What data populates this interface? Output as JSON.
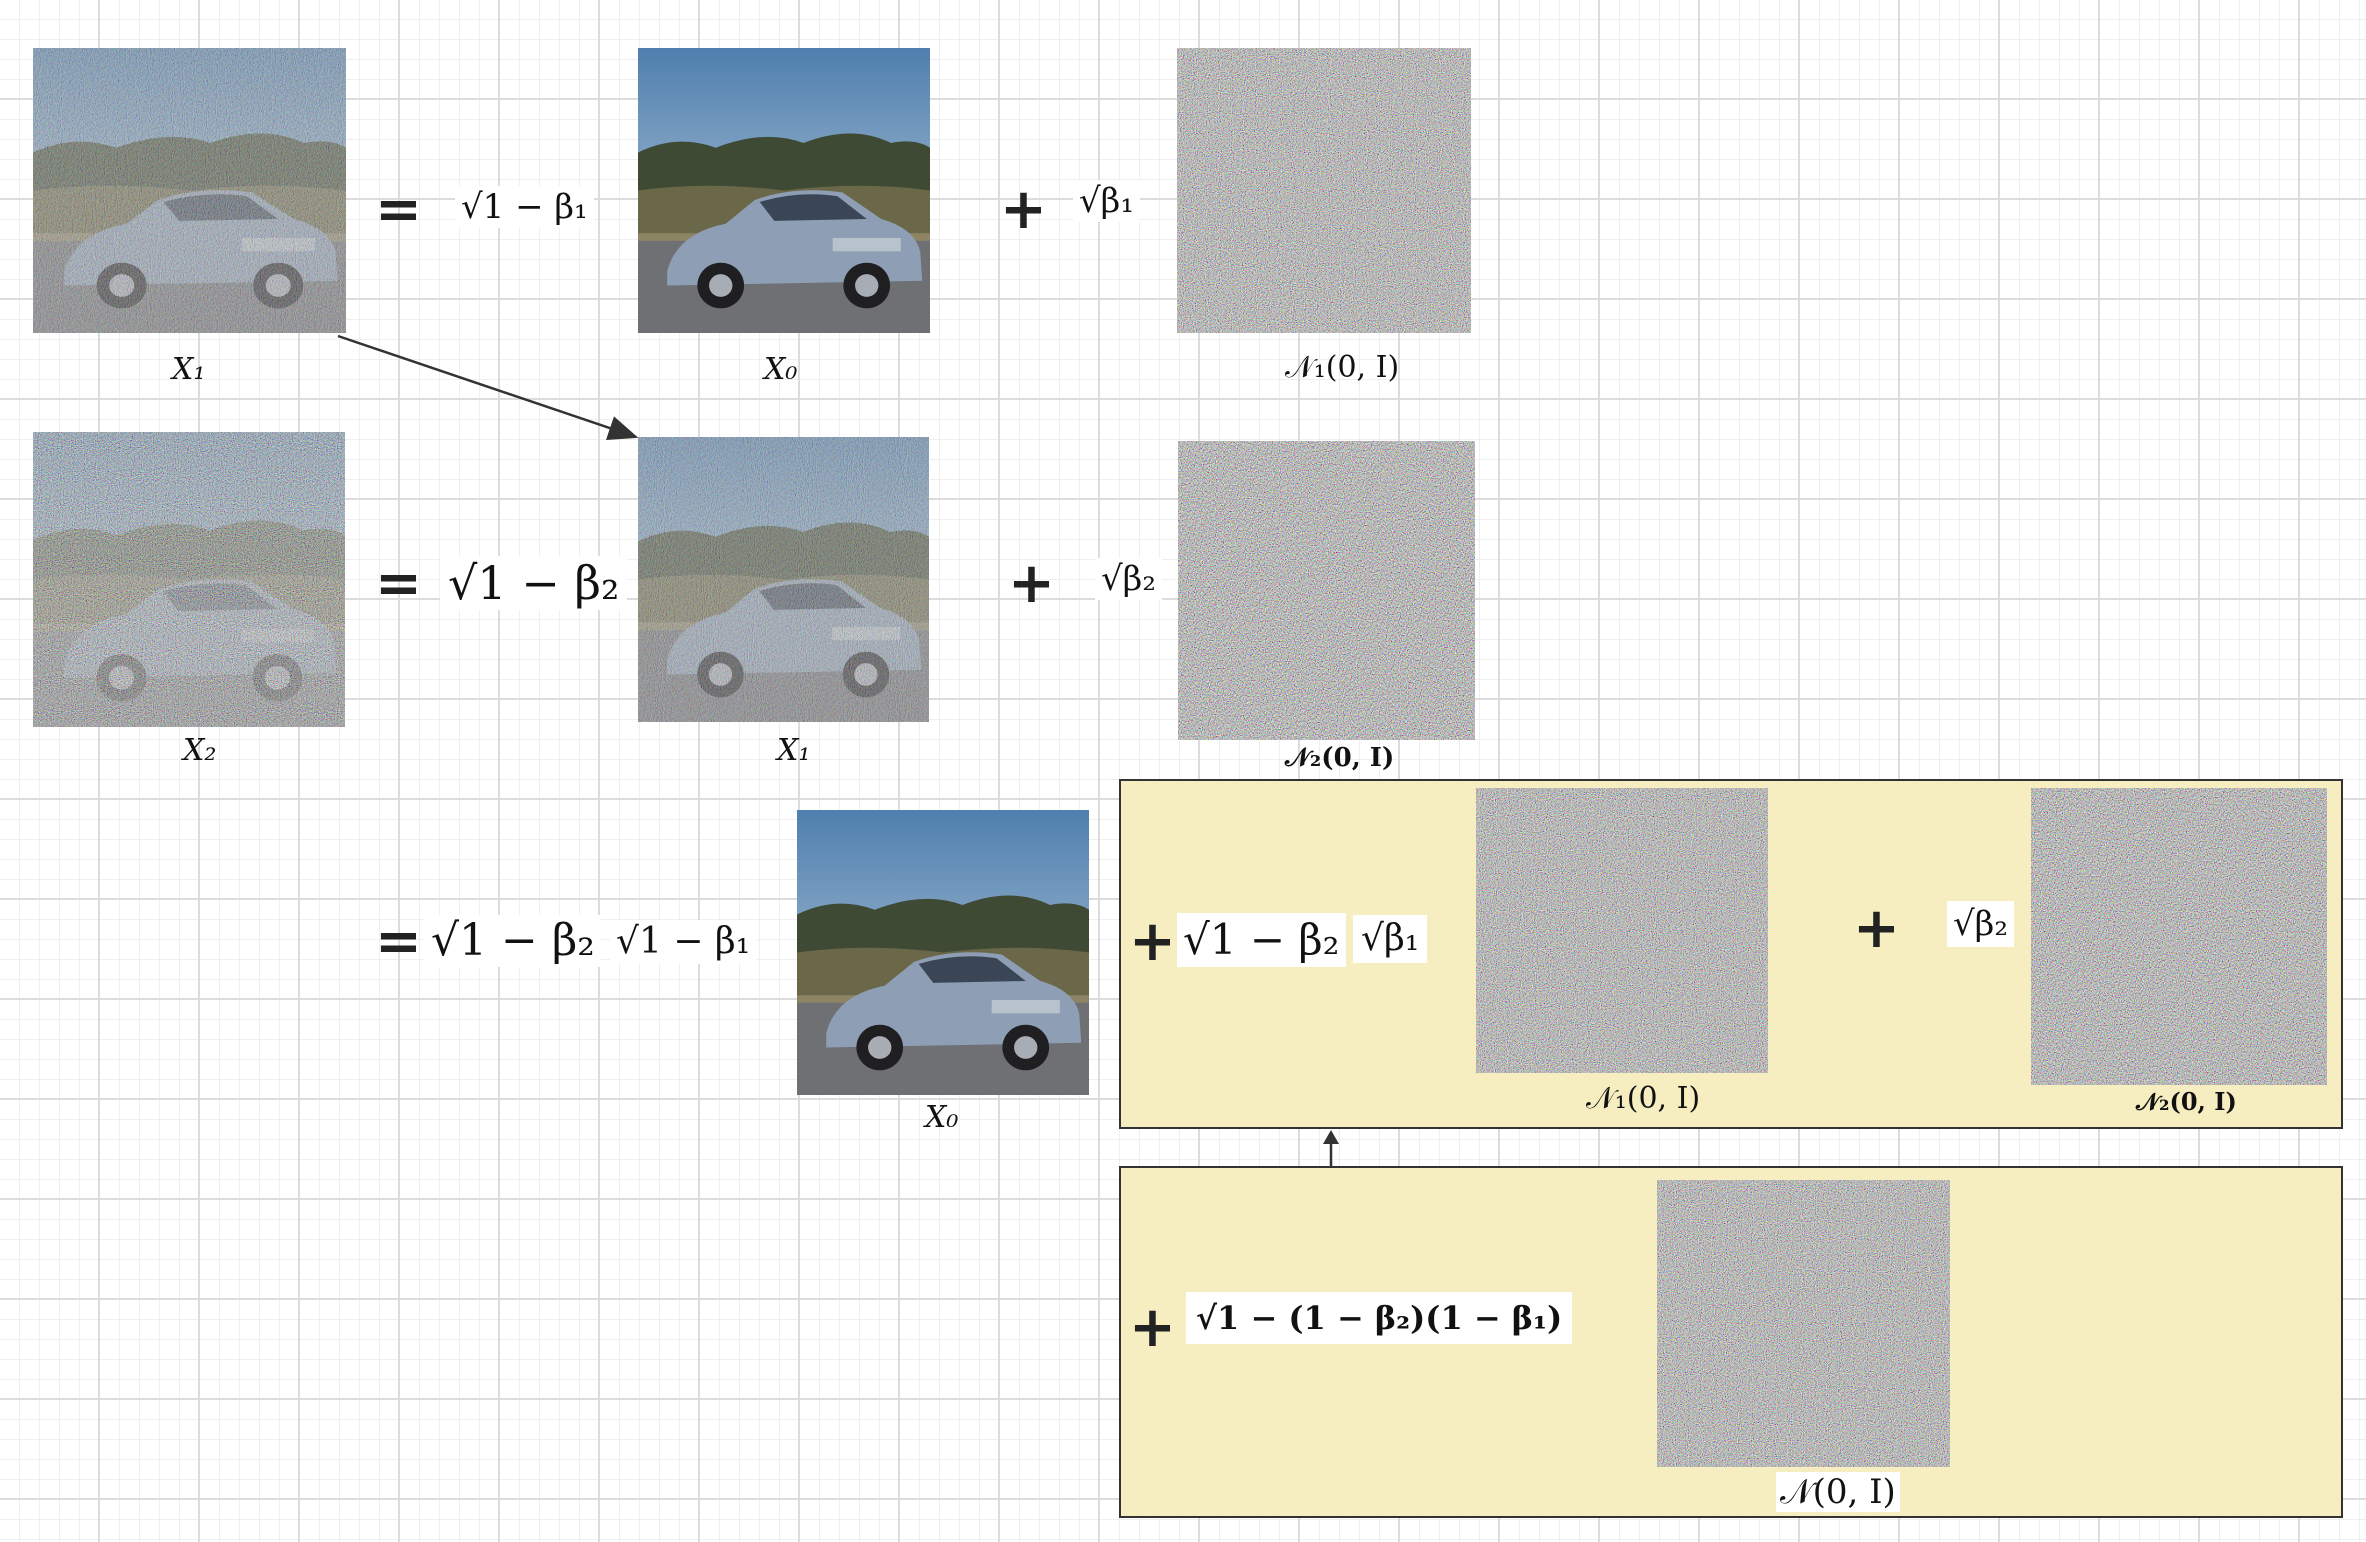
{
  "rows": {
    "row1": {
      "lhs_label": "X₁",
      "equals": "=",
      "coef1": "√1 − β₁",
      "mid_label": "X₀",
      "plus": "+",
      "coef2": "√β₁",
      "noise_label": "𝒩₁(0, I)"
    },
    "row2": {
      "lhs_label": "X₂",
      "equals": "=",
      "coef1": "√1 − β₂",
      "mid_label": "X₁",
      "plus": "+",
      "coef2": "√β₂",
      "noise_label": "𝒩₂(0, I)"
    },
    "row3": {
      "equals": "=",
      "coef_a": "√1 − β₂",
      "coef_b": "√1 − β₁",
      "img_label": "X₀",
      "box1": {
        "plus1": "+",
        "coef_a": "√1 − β₂",
        "coef_b": "√β₁",
        "noise1_label": "𝒩₁(0, I)",
        "plus2": "+",
        "coef_c": "√β₂",
        "noise2_label": "𝒩₂(0, I)"
      },
      "box2": {
        "plus": "+",
        "coef": "√1 − (1 − β₂)(1 − β₁)",
        "noise_label": "𝒩(0, I)"
      }
    }
  },
  "colors": {
    "box_fill": "#f6edc1",
    "box_border": "#333333",
    "arrow": "#333333",
    "grid": "#dcdcdc"
  },
  "icons": {
    "arrow_diagonal": "arrow-right-down-icon",
    "arrow_vertical": "double-headed-arrow-icon"
  }
}
